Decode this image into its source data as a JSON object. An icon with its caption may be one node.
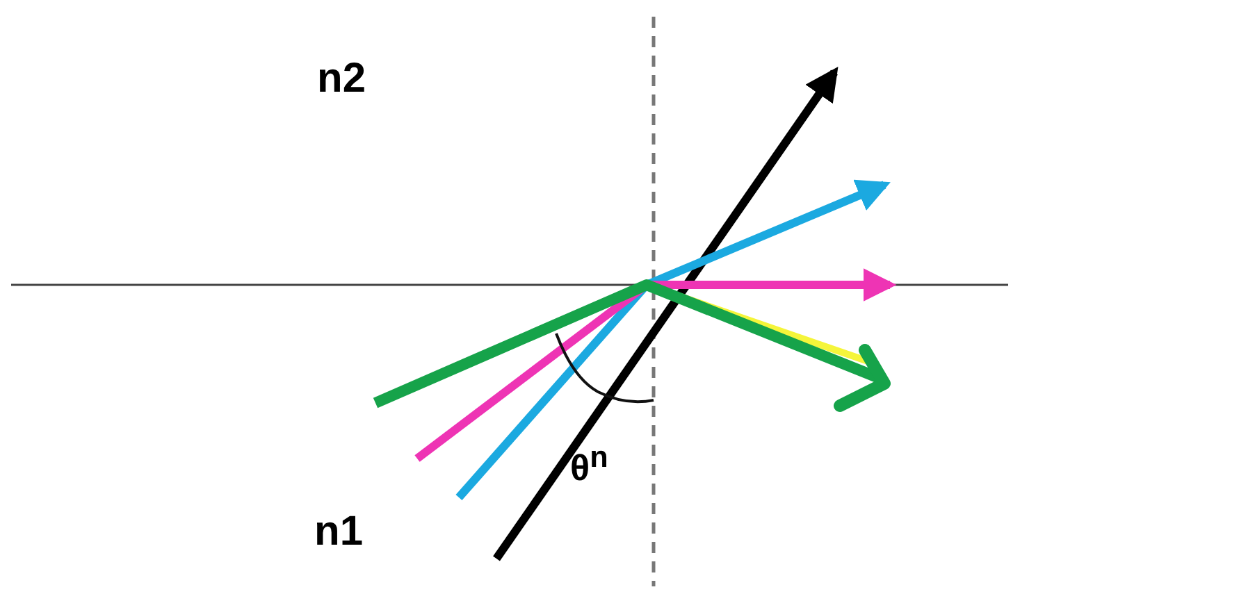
{
  "diagram": {
    "labels": [
      "n2",
      "n1",
      "θ$^{n}$"
    ]
  }
}
